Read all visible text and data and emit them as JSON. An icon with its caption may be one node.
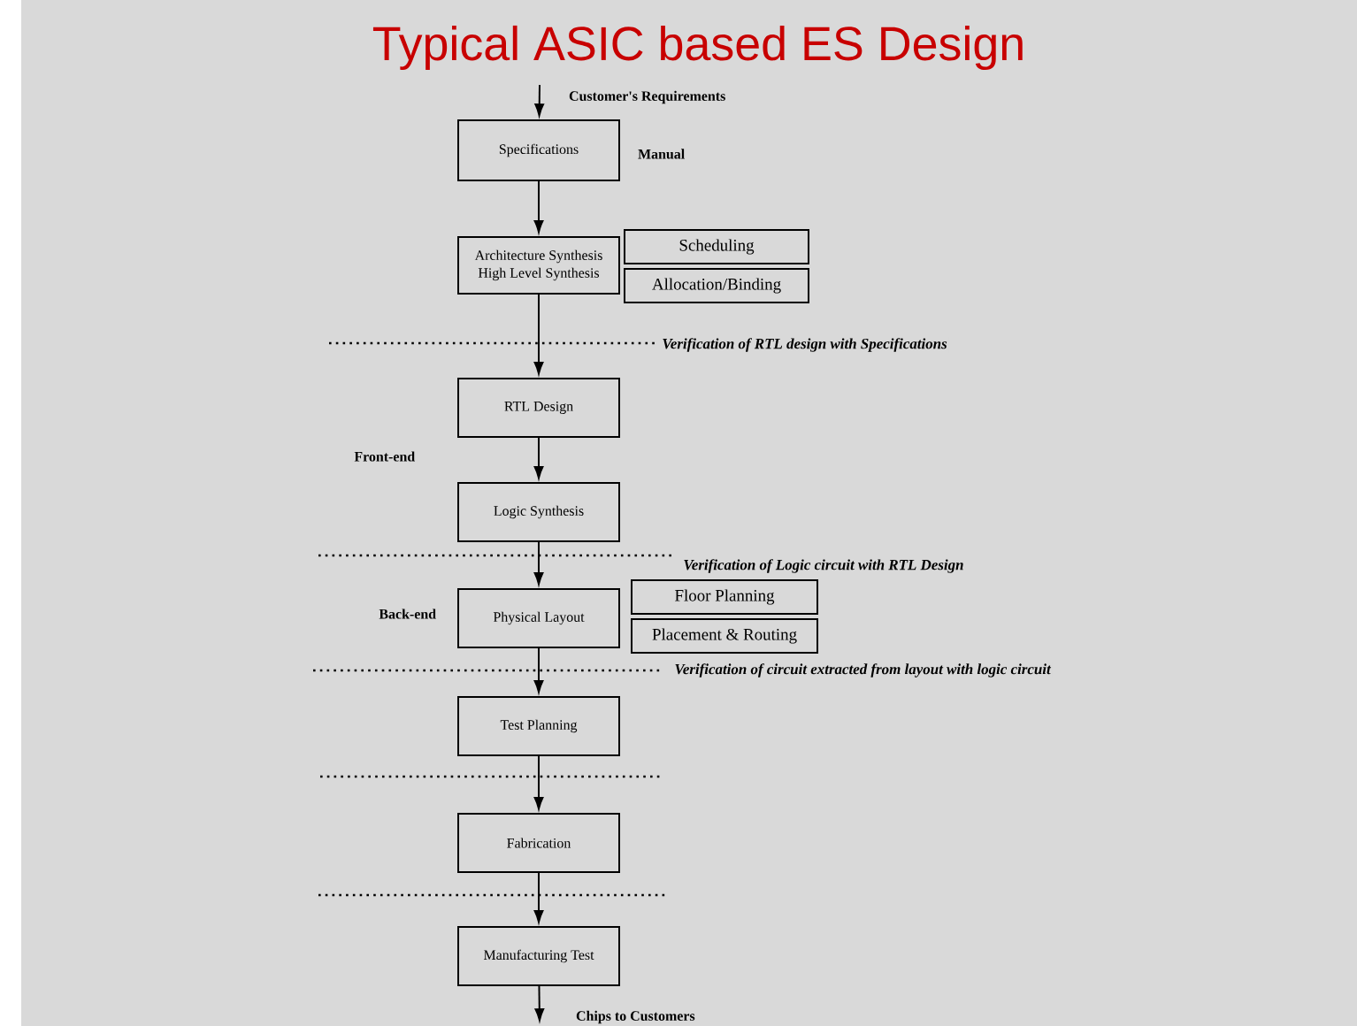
{
  "diagram": {
    "title": "Typical ASIC based ES Design",
    "nodes": [
      {
        "text": [
          "Specifications"
        ],
        "beside": [
          "Manual"
        ]
      },
      {
        "text": [
          "Architecture Synthesis",
          "High Level Synthesis"
        ]
      },
      {
        "text": [
          "Scheduling"
        ]
      },
      {
        "text": [
          "Allocation/Binding"
        ]
      },
      {
        "text": [
          "RTL Design"
        ]
      },
      {
        "text": [
          "Logic Synthesis"
        ]
      },
      {
        "text": [
          "Physical Layout"
        ]
      },
      {
        "text": [
          "Floor Planning"
        ]
      },
      {
        "text": [
          "Placement & Routing"
        ]
      },
      {
        "text": [
          "Test Planning"
        ]
      },
      {
        "text": [
          "Fabrication"
        ]
      },
      {
        "text": [
          "Manufacturing Test"
        ]
      }
    ],
    "edges": [
      {
        "from": null,
        "to": 0,
        "arrow": "to",
        "label": "Customer's Requirements"
      },
      {
        "from": 0,
        "to": 1,
        "arrow": "to"
      },
      {
        "from": 1,
        "to": 4,
        "arrow": "to"
      },
      {
        "from": 4,
        "to": 5,
        "arrow": "to"
      },
      {
        "from": 5,
        "to": 6,
        "arrow": "to"
      },
      {
        "from": 6,
        "to": 9,
        "arrow": "to"
      },
      {
        "from": 9,
        "to": 10,
        "arrow": "to"
      },
      {
        "from": 10,
        "to": 11,
        "arrow": "to"
      },
      {
        "from": 11,
        "to": null,
        "arrow": "to",
        "label": "Chips to Customers"
      }
    ],
    "labels": [
      "Verification of RTL design with Specifications",
      "Front-end",
      "Verification of Logic circuit with RTL Design",
      "Back-end",
      "Verification of circuit extracted from layout with logic circuit"
    ]
  }
}
